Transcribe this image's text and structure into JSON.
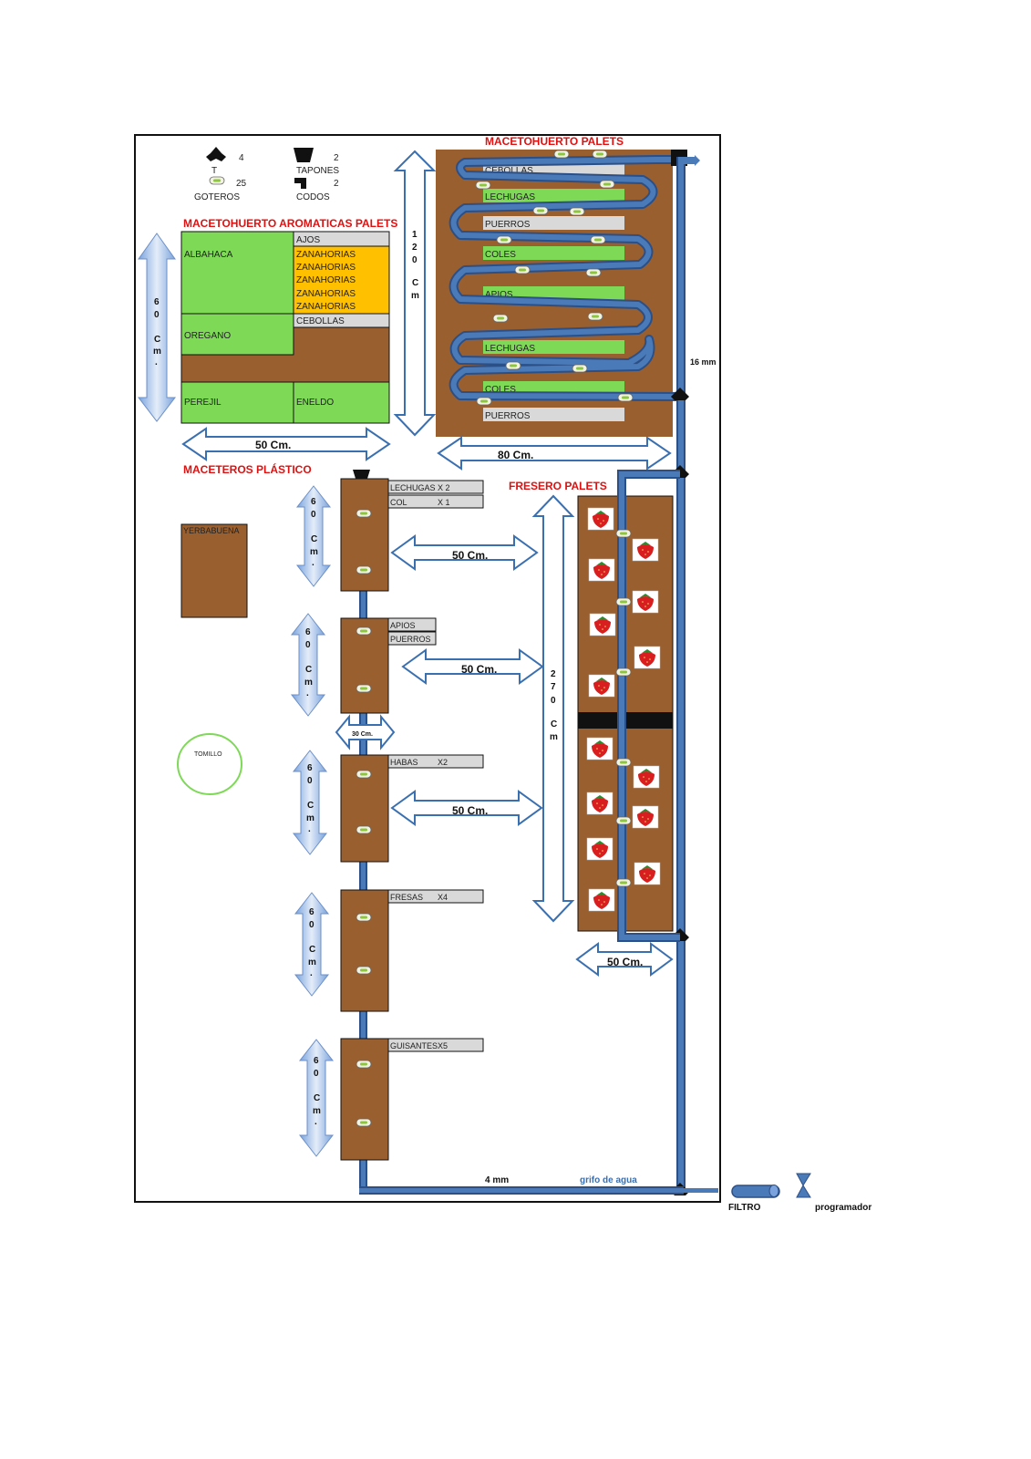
{
  "legend": {
    "t_count": "4",
    "t_label": "T",
    "goteros_count": "25",
    "goteros_label": "GOTEROS",
    "tapones_count": "2",
    "tapones_label": "TAPONES",
    "codos_count": "2",
    "codos_label": "CODOS"
  },
  "aromaticas": {
    "title": "MACETOHUERTO AROMATICAS PALETS",
    "albahaca": "ALBAHACA",
    "oregano": "OREGANO",
    "perejil": "PEREJIL",
    "eneldo": "ENELDO",
    "ajos": "AJOS",
    "zanahorias": [
      "ZANAHORIAS",
      "ZANAHORIAS",
      "ZANAHORIAS",
      "ZANAHORIAS",
      "ZANAHORIAS"
    ],
    "cebollas": "CEBOLLAS",
    "height_label": [
      "6",
      "0",
      "C",
      "m",
      "."
    ],
    "width_label": "50 Cm."
  },
  "palets": {
    "title": "MACETOHUERTO PALETS",
    "rows": [
      "CEBOLLAS",
      "LECHUGAS",
      "PUERROS",
      "COLES",
      "APIOS",
      "LECHUGAS",
      "COLES",
      "PUERROS"
    ],
    "height_label": [
      "1",
      "2",
      "0",
      "C",
      "m"
    ],
    "width_label": "80 Cm."
  },
  "plastico": {
    "title": "MACETEROS PLÁSTICO",
    "pots": [
      {
        "labels": [
          [
            "LECHUGAS",
            "X 2"
          ],
          [
            "COL",
            "X 1"
          ]
        ],
        "height": [
          "6",
          "0",
          "C",
          "m",
          "."
        ],
        "gap": "50 Cm."
      },
      {
        "labels": [
          [
            "APIOS",
            ""
          ],
          [
            "PUERROS",
            ""
          ]
        ],
        "height": [
          "6",
          "0",
          "C",
          "m",
          "."
        ],
        "gap": "50 Cm."
      },
      {
        "labels": [
          [
            "HABAS",
            "X2"
          ]
        ],
        "height": [
          "6",
          "0",
          "C",
          "m",
          "."
        ],
        "gap": "50 Cm."
      },
      {
        "labels": [
          [
            "FRESAS",
            "X4"
          ]
        ],
        "height": [
          "6",
          "0",
          "C",
          "m",
          "."
        ],
        "gap": ""
      },
      {
        "labels": [
          [
            "GUISANTES",
            "X5"
          ]
        ],
        "height": [
          "6",
          "0",
          "C",
          "m",
          "."
        ],
        "gap": ""
      }
    ],
    "spacing_label": "30 Cm."
  },
  "yerbabuena": "YERBABUENA",
  "tomillo": "TOMILLO",
  "fresero": {
    "title": "FRESERO PALETS",
    "height_label": [
      "2",
      "7",
      "0",
      "C",
      "m"
    ],
    "width_label": "50 Cm."
  },
  "pipes": {
    "main_label": "16 mm",
    "small_label": "4 mm",
    "tap_label": "grifo de agua",
    "filtro_label": "FILTRO",
    "programador_label": "programador"
  },
  "colors": {
    "soil": "#9a5f2e",
    "green": "#7ed957",
    "orange": "#ffc000",
    "grey": "#d9d9d9",
    "pipe": "#4a7ab8",
    "arrow_fill": "#c9d9ef",
    "title_red": "#e01010"
  }
}
